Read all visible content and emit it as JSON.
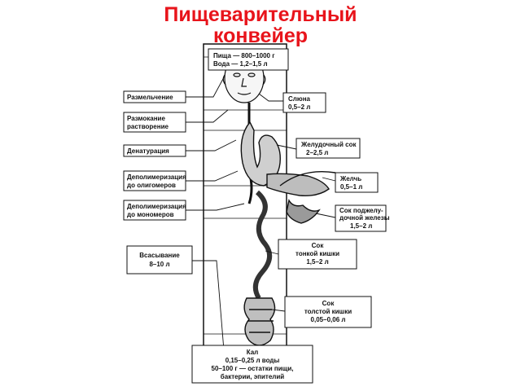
{
  "title": {
    "line1": "Пищеварительный",
    "line2": "конвейер"
  },
  "intake": {
    "food": "Пища — 800–1000 г",
    "water": "Вода — 1,2–1,5 л"
  },
  "processes": [
    {
      "lines": [
        "Размельчение"
      ]
    },
    {
      "lines": [
        "Размокание",
        "растворение"
      ]
    },
    {
      "lines": [
        "Денатурация"
      ]
    },
    {
      "lines": [
        "Деполимеризация",
        "до олигомеров"
      ]
    },
    {
      "lines": [
        "Деполимеризация",
        "до мономеров"
      ]
    },
    {
      "lines": [
        "Всасывание",
        "8–10 л"
      ]
    }
  ],
  "secretions": [
    {
      "lines": [
        "Слюна",
        "0,5–2 л"
      ]
    },
    {
      "lines": [
        "Желудочный сок",
        "2–2,5 л"
      ]
    },
    {
      "lines": [
        "Желчь",
        "0,5–1 л"
      ]
    },
    {
      "lines": [
        "Сок поджелу-",
        "дочной железы",
        "1,5–2 л"
      ]
    },
    {
      "lines": [
        "Сок",
        "тонкой кишки",
        "1,5–2 л"
      ]
    },
    {
      "lines": [
        "Сок",
        "толстой кишки",
        "0,05–0,06 л"
      ]
    }
  ],
  "output": {
    "lines": [
      "Кал",
      "0,15–0,25 л воды",
      "50–100 г — остатки пищи,",
      "бактерии, эпителий"
    ]
  }
}
